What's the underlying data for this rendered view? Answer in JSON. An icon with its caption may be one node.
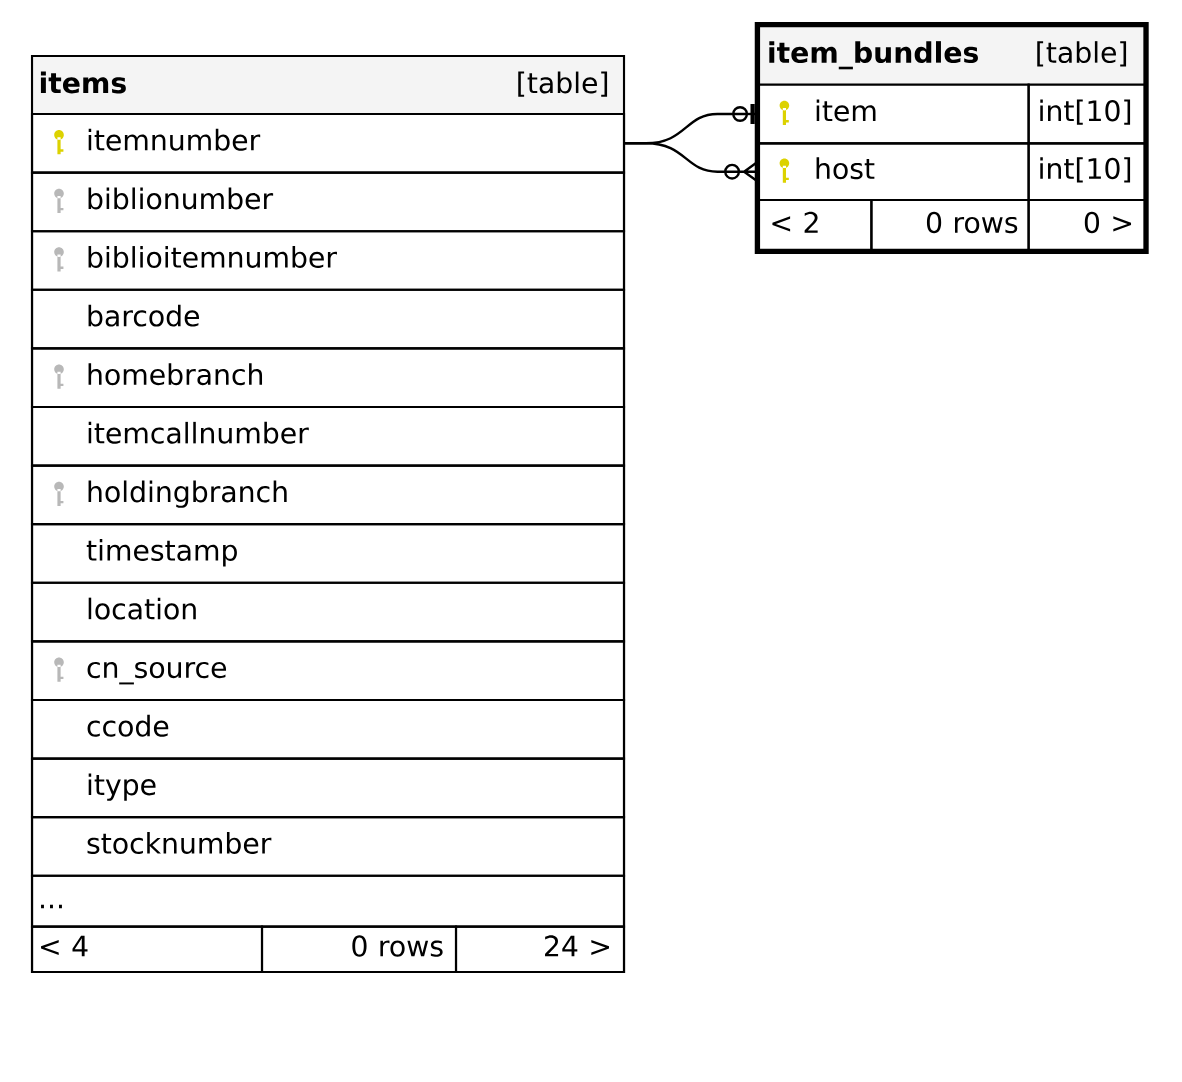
{
  "diagram": {
    "nodes": [
      {
        "text": [
          "items",
          "[table]"
        ]
      },
      {
        "text": [
          "itemnumber"
        ],
        "in": 0
      },
      {
        "text": [
          "biblionumber"
        ],
        "in": 0
      },
      {
        "text": [
          "biblioitemnumber"
        ],
        "in": 0
      },
      {
        "text": [
          "barcode"
        ],
        "in": 0
      },
      {
        "text": [
          "homebranch"
        ],
        "in": 0
      },
      {
        "text": [
          "itemcallnumber"
        ],
        "in": 0
      },
      {
        "text": [
          "holdingbranch"
        ],
        "in": 0
      },
      {
        "text": [
          "timestamp"
        ],
        "in": 0
      },
      {
        "text": [
          "location"
        ],
        "in": 0
      },
      {
        "text": [
          "cn_source"
        ],
        "in": 0
      },
      {
        "text": [
          "ccode"
        ],
        "in": 0
      },
      {
        "text": [
          "itype"
        ],
        "in": 0
      },
      {
        "text": [
          "stocknumber"
        ],
        "in": 0
      },
      {
        "text": [
          "..."
        ],
        "in": 0
      },
      {
        "text": [
          "< 4"
        ],
        "in": 0
      },
      {
        "text": [
          "0 rows"
        ],
        "in": 0
      },
      {
        "text": [
          "24 >"
        ],
        "in": 0
      },
      {
        "text": [
          "item_bundles",
          "[table]"
        ]
      },
      {
        "text": [
          "item"
        ],
        "in": 18
      },
      {
        "text": [
          "int[10]"
        ],
        "in": 18
      },
      {
        "text": [
          "host"
        ],
        "in": 18
      },
      {
        "text": [
          "int[10]"
        ],
        "in": 18
      },
      {
        "text": [
          "< 2"
        ],
        "in": 18
      },
      {
        "text": [
          "0 rows"
        ],
        "in": 18
      },
      {
        "text": [
          "0 >"
        ],
        "in": 18
      }
    ],
    "edges": [
      {
        "from": 1,
        "to": 19,
        "arrow": "other"
      },
      {
        "from": 1,
        "to": 21,
        "arrow": "other"
      }
    ]
  }
}
